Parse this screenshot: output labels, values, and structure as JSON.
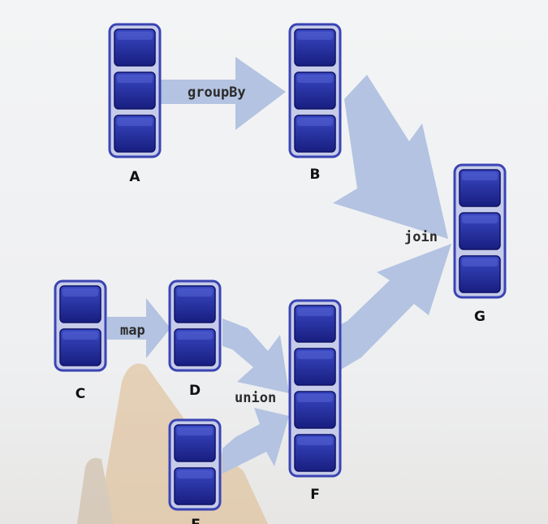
{
  "diagram": {
    "colors": {
      "arrow": "#b3c3e1",
      "rdd_outline": "#3a44b4",
      "rdd_fill": "#c6cbe9",
      "partition_dark": "#181e80",
      "partition_light": "#3a49c4"
    },
    "datasets": [
      {
        "id": "A",
        "label": "A",
        "partitions": 3
      },
      {
        "id": "B",
        "label": "B",
        "partitions": 3
      },
      {
        "id": "C",
        "label": "C",
        "partitions": 2
      },
      {
        "id": "D",
        "label": "D",
        "partitions": 2
      },
      {
        "id": "E",
        "label": "E",
        "partitions": 2
      },
      {
        "id": "F",
        "label": "F",
        "partitions": 4
      },
      {
        "id": "G",
        "label": "G",
        "partitions": 3
      }
    ],
    "operations": [
      {
        "id": "groupBy",
        "label": "groupBy",
        "from": [
          "A"
        ],
        "to": "B"
      },
      {
        "id": "map",
        "label": "map",
        "from": [
          "C"
        ],
        "to": "D"
      },
      {
        "id": "union",
        "label": "union",
        "from": [
          "D",
          "E"
        ],
        "to": "F"
      },
      {
        "id": "join",
        "label": "join",
        "from": [
          "B",
          "F"
        ],
        "to": "G"
      }
    ]
  }
}
